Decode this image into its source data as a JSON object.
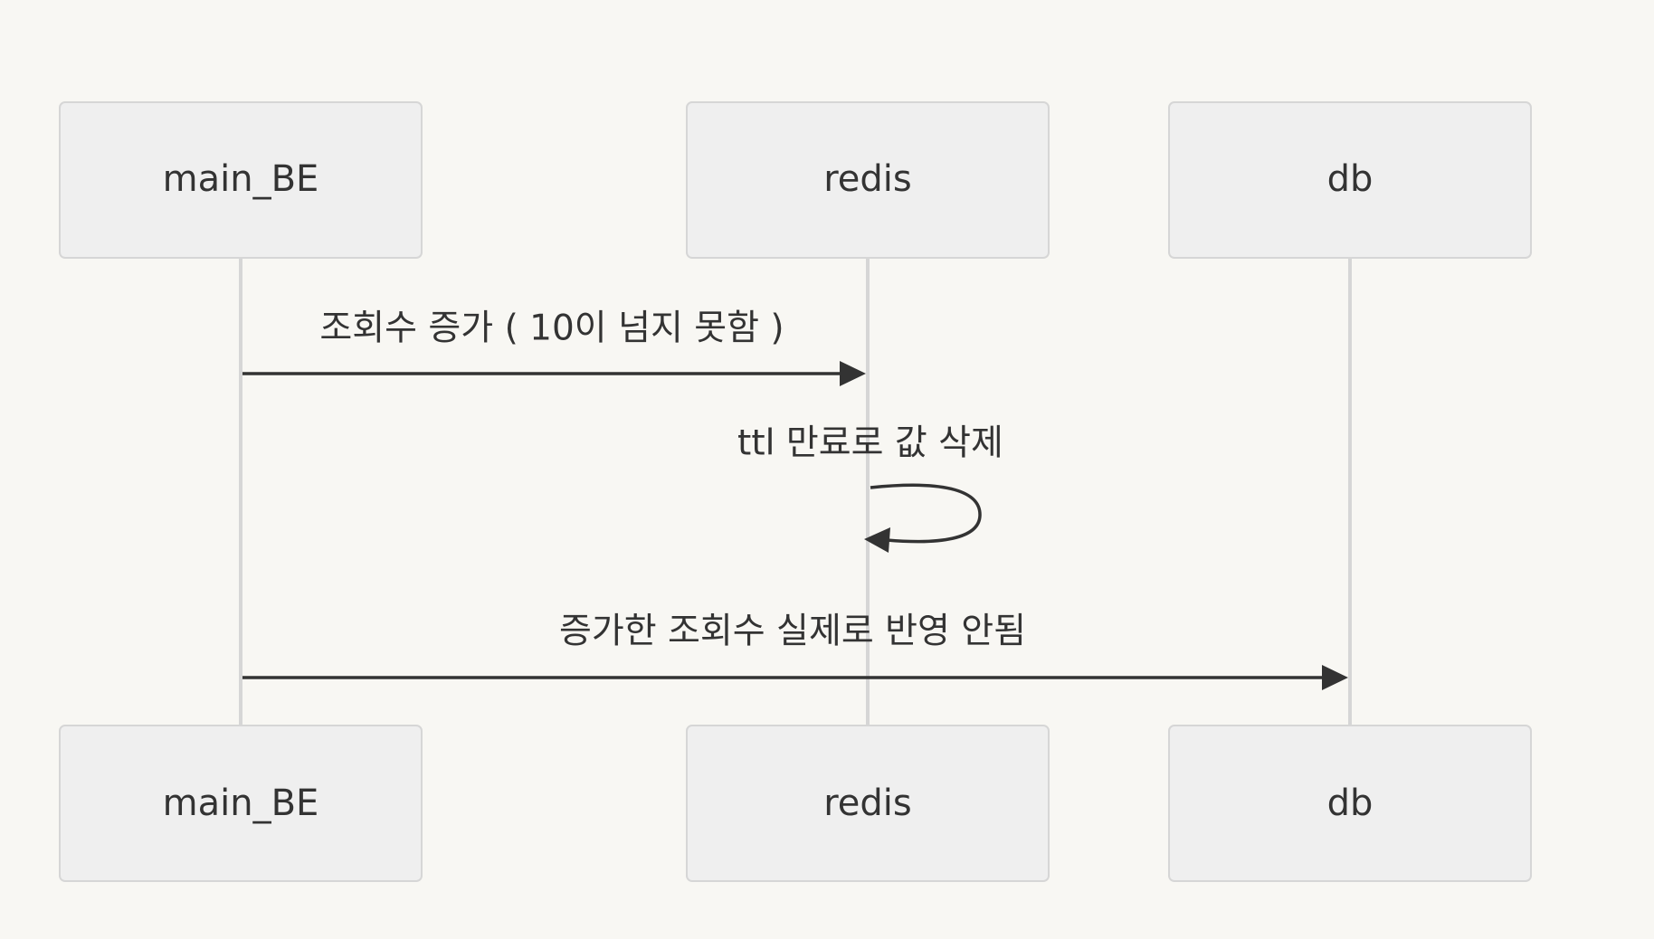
{
  "participants": [
    {
      "id": "main_be",
      "label": "main_BE"
    },
    {
      "id": "redis",
      "label": "redis"
    },
    {
      "id": "db",
      "label": "db"
    }
  ],
  "messages": [
    {
      "id": "m1",
      "from": "main_BE",
      "to": "redis",
      "label": "조회수 증가 ( 10이 넘지 못함 )"
    },
    {
      "id": "m2",
      "from": "redis",
      "to": "redis",
      "label": "ttl 만료로 값 삭제"
    },
    {
      "id": "m3",
      "from": "main_BE",
      "to": "db",
      "label": "증가한 조회수 실제로 반영 안됨"
    }
  ],
  "colors": {
    "background": "#f8f7f3",
    "actor_fill": "#efefef",
    "actor_border": "#d6d6d6",
    "line": "#333333"
  }
}
